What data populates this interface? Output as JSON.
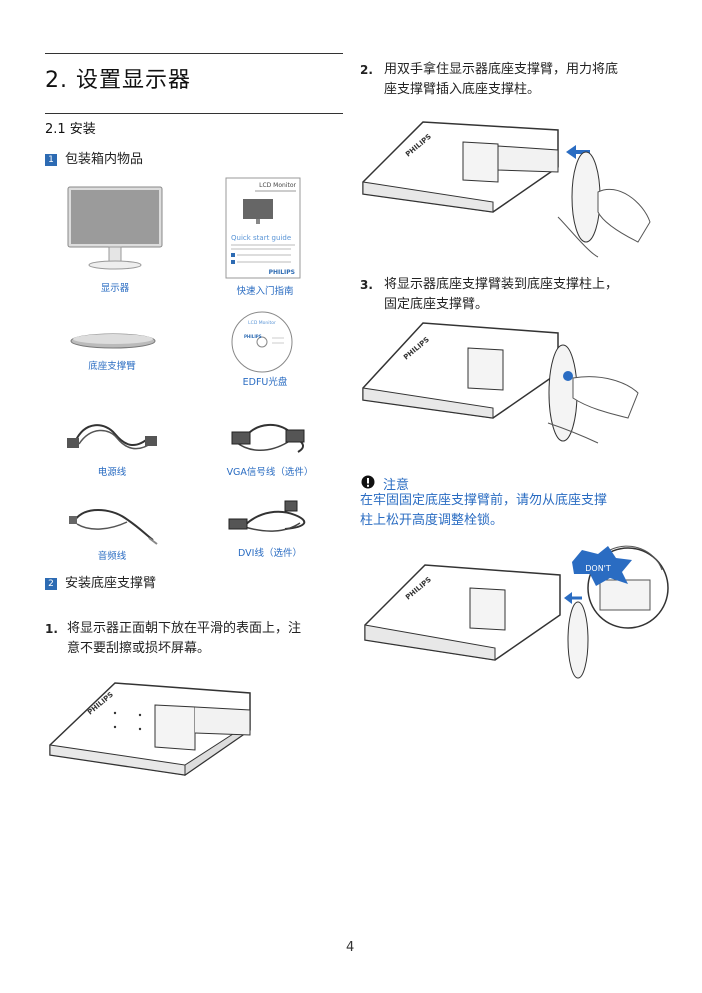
{
  "section_title": "2. 设置显示器",
  "subsection_title": "2.1 安装",
  "package": {
    "num": "1",
    "heading": "包装箱内物品",
    "items": {
      "monitor": "显示器",
      "quick_start_guide": "快速入门指南",
      "base": "底座支撑臂",
      "edfu_cd": "EDFU光盘",
      "power_cord": "电源线",
      "vga_cable": "VGA信号线（选件）",
      "audio_cable": "音频线",
      "dvi_cable": "DVI线（选件）"
    },
    "qsg_booklet": {
      "title": "LCD Monitor",
      "subtitle": "Quick start guide",
      "brand": "PHILIPS"
    },
    "cd_label": {
      "title": "LCD Monitor",
      "brand": "PHILIPS"
    }
  },
  "install": {
    "num": "2",
    "heading": "安装底座支撑臂",
    "steps": [
      {
        "num": "1.",
        "line1": "将显示器正面朝下放在平滑的表面上，注",
        "line2": "意不要刮擦或损坏屏幕。"
      },
      {
        "num": "2.",
        "line1": "用双手拿住显示器底座支撑臂，用力将底",
        "line2": "座支撑臂插入底座支撑柱。"
      },
      {
        "num": "3.",
        "line1": "将显示器底座支撑臂装到底座支撑柱上，",
        "line2": "固定底座支撑臂。"
      }
    ]
  },
  "note": {
    "icon": "exclamation-icon",
    "title": "注意",
    "line1": "在牢固固定底座支撑臂前，请勿从底座支撑",
    "line2": "柱上松开高度调整栓锁。"
  },
  "dont_label": "DON'T",
  "page_number": "4",
  "colors": {
    "accent": "#2a6cc2",
    "box": "#2d6bb3"
  }
}
